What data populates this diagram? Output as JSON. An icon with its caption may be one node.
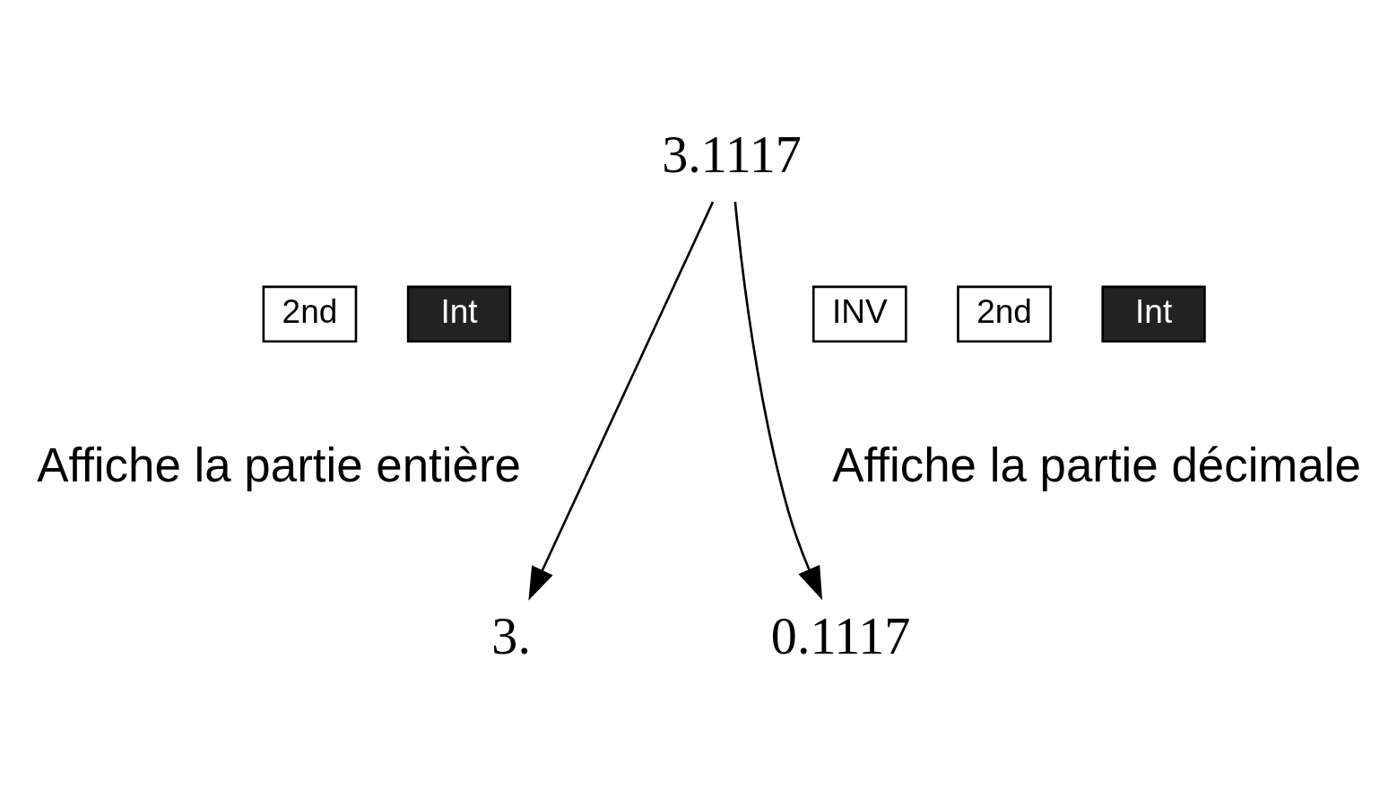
{
  "diagram": {
    "nodes": [
      {
        "text": [
          "3.1117"
        ]
      },
      {
        "text": [
          "3."
        ]
      },
      {
        "text": [
          "0.1117"
        ]
      },
      {
        "text": [
          "2nd"
        ]
      },
      {
        "text": [
          "Int"
        ]
      },
      {
        "text": [
          "INV"
        ]
      },
      {
        "text": [
          "2nd"
        ]
      },
      {
        "text": [
          "Int"
        ]
      }
    ],
    "edges": [
      {
        "from": 0,
        "to": 1,
        "arrow": "to"
      },
      {
        "from": 0,
        "to": 2,
        "arrow": "to"
      }
    ],
    "labels": [
      "Affiche la partie entière",
      "Affiche la partie décimale"
    ]
  }
}
